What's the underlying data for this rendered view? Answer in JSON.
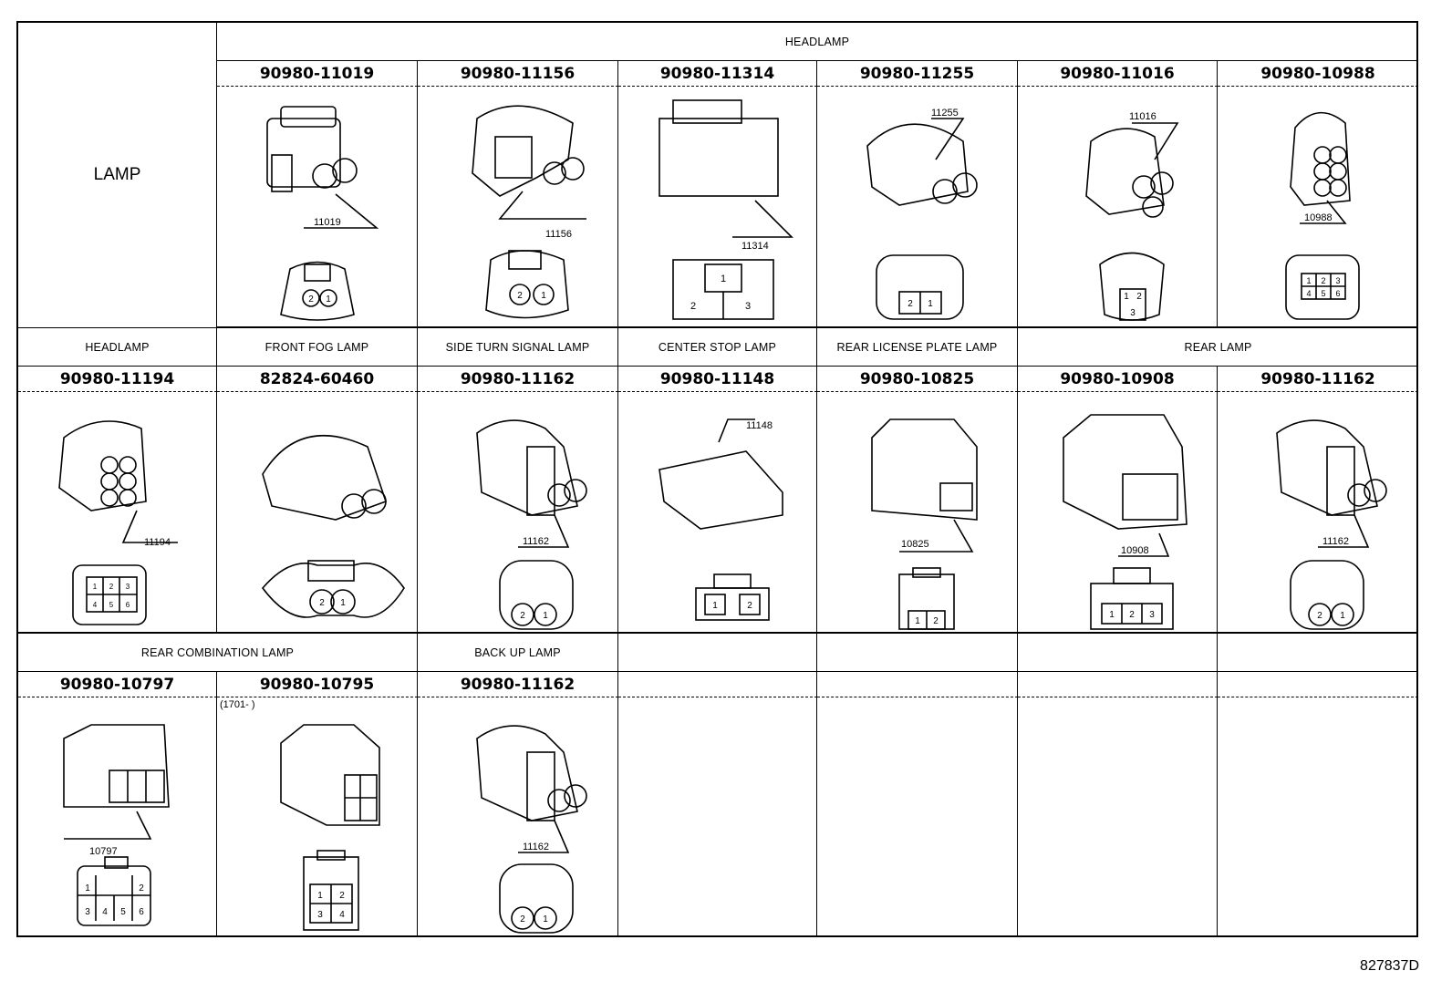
{
  "table": {
    "corner_label": "LAMP",
    "row1": {
      "group_header": "HEADLAMP",
      "parts": [
        "90980-11019",
        "90980-11156",
        "90980-11314",
        "90980-11255",
        "90980-11016",
        "90980-10988"
      ],
      "callouts": [
        "11019",
        "11156",
        "11314",
        "11255",
        "11016",
        "10988"
      ],
      "pins": [
        [
          "2",
          "1"
        ],
        [
          "2",
          "1"
        ],
        [
          "1",
          "2",
          "3"
        ],
        [
          "2",
          "1"
        ],
        [
          "1",
          "2",
          "3"
        ],
        [
          "1",
          "2",
          "3",
          "4",
          "5",
          "6"
        ]
      ]
    },
    "row2": {
      "headers": [
        "HEADLAMP",
        "FRONT FOG LAMP",
        "SIDE TURN SIGNAL LAMP",
        "CENTER STOP LAMP",
        "REAR LICENSE PLATE LAMP",
        "REAR LAMP"
      ],
      "parts": [
        "90980-11194",
        "82824-60460",
        "90980-11162",
        "90980-11148",
        "90980-10825",
        "90980-10908",
        "90980-11162"
      ],
      "callouts": [
        "11194",
        "",
        "11162",
        "11148",
        "10825",
        "10908",
        "11162"
      ],
      "pins": [
        [
          "1",
          "2",
          "3",
          "4",
          "5",
          "6"
        ],
        [
          "2",
          "1"
        ],
        [
          "2",
          "1"
        ],
        [
          "1",
          "2"
        ],
        [
          "1",
          "2"
        ],
        [
          "1",
          "2",
          "3"
        ],
        [
          "2",
          "1"
        ]
      ]
    },
    "row3": {
      "headers": [
        "REAR COMBINATION LAMP",
        "BACK UP LAMP"
      ],
      "parts": [
        "90980-10797",
        "90980-10795",
        "90980-11162"
      ],
      "callouts": [
        "10797",
        "",
        "11162"
      ],
      "date_note": "(1701-      )",
      "pins": [
        [
          "1",
          "2",
          "3",
          "4",
          "5",
          "6"
        ],
        [
          "1",
          "2",
          "3",
          "4"
        ],
        [
          "2",
          "1"
        ]
      ]
    }
  },
  "reference_code": "827837D"
}
